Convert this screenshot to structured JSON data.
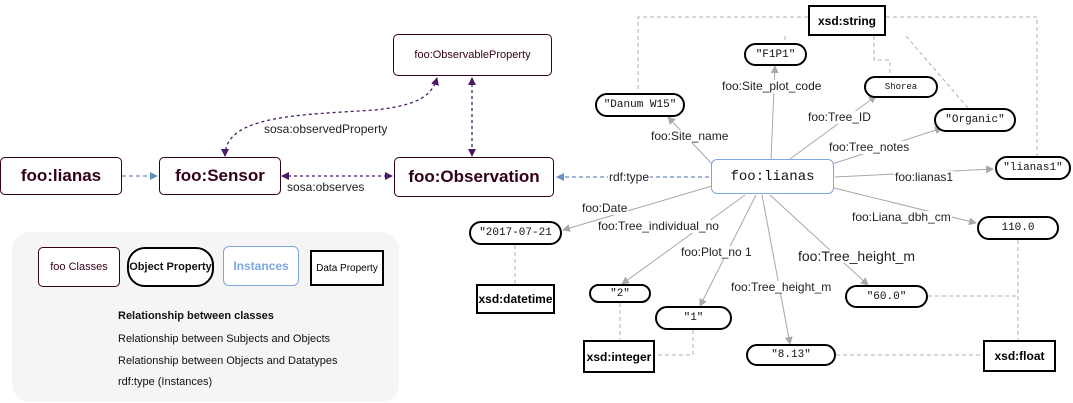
{
  "classes": {
    "lianas": "foo:lianas",
    "sensor": "foo:Sensor",
    "observation": "foo:Observation",
    "observable_property": "foo:ObservableProperty"
  },
  "instance": "foo:lianas",
  "literals": {
    "site_name": "\"Danum W15\"",
    "site_plot_code": "\"F1P1\"",
    "tree_id": "Shorea",
    "tree_notes": "\"Organic\"",
    "lianas1": "\"lianas1\"",
    "liana_dbh": "110.0",
    "date": "\"2017-07-21",
    "individual_no": "\"2\"",
    "plot_no": "\"1\"",
    "height_a": "\"60.0\"",
    "height_b": "\"8.13\""
  },
  "datatypes": {
    "string": "xsd:string",
    "datetime": "xsd:datetime",
    "integer": "xsd:integer",
    "float": "xsd:float"
  },
  "edge_labels": {
    "observed_property": "sosa:observedProperty",
    "observes": "sosa:observes",
    "rdf_type": "rdf:type",
    "site_name": "foo:Site_name",
    "site_plot_code": "foo:Site_plot_code",
    "tree_id": "foo:Tree_ID",
    "tree_notes": "foo:Tree_notes",
    "lianas1": "foo:lianas1",
    "liana_dbh": "foo:Liana_dbh_cm",
    "date": "foo:Date",
    "individual_no": "foo:Tree_individual_no",
    "plot_no": "foo:Plot_no 1",
    "height_big": "foo:Tree_height_m",
    "height_small": "foo:Tree_height_m"
  },
  "legend": {
    "foo_classes": "foo Classes",
    "object_property": "Object Property",
    "instances": "Instances",
    "data_property": "Data Property",
    "rel_classes": "Relationship between classes",
    "rel_subjects": "Relationship between Subjects and Objects",
    "rel_datatypes": "Relationship between Objects and Datatypes",
    "rdf_type_instances": "rdf:type (Instances)"
  },
  "colors": {
    "class_border": "#33001a",
    "class_arrow": "#4b1a64",
    "instance_border": "#7ea6e0",
    "rdf_type_arrow": "#6c8ebf",
    "subject_arrow": "#a8a8a8",
    "datatype_line": "#b0b0b0",
    "legend_bg": "#f5f5f5"
  }
}
